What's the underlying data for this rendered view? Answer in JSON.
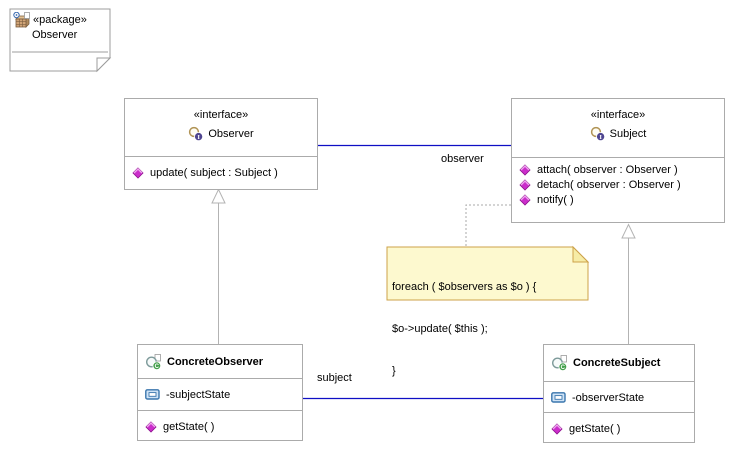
{
  "diagram": {
    "package_note": {
      "stereotype": "«package»",
      "name": "Observer"
    },
    "interfaces": {
      "observer": {
        "stereotype": "«interface»",
        "name": "Observer",
        "operations": [
          "update( subject : Subject )"
        ]
      },
      "subject": {
        "stereotype": "«interface»",
        "name": "Subject",
        "operations": [
          "attach( observer : Observer )",
          "detach( observer : Observer )",
          "notify( )"
        ]
      }
    },
    "classes": {
      "concrete_observer": {
        "name": "ConcreteObserver",
        "attributes": [
          "-subjectState"
        ],
        "operations": [
          "getState( )"
        ]
      },
      "concrete_subject": {
        "name": "ConcreteSubject",
        "attributes": [
          "-observerState"
        ],
        "operations": [
          "getState( )"
        ]
      }
    },
    "associations": {
      "observer_end_label": "observer",
      "subject_end_label": "subject"
    },
    "code_note": {
      "lines": [
        "foreach ( $observers as $o ) {",
        "$o->update( $this );",
        "}"
      ]
    },
    "colors": {
      "association": "#0f0fc4",
      "generalization": "#b3b3b3",
      "box_border": "#ababab",
      "note_fill": "#fdf9cf",
      "note_border": "#cda24a",
      "note_fold": "#f6eca6",
      "operation_icon": "#cb2ecb",
      "attribute_icon": "#3a76ad",
      "interface_icon_ring": "#b09355",
      "interface_badge": "#4f4690",
      "class_badge": "#44a04c"
    }
  }
}
